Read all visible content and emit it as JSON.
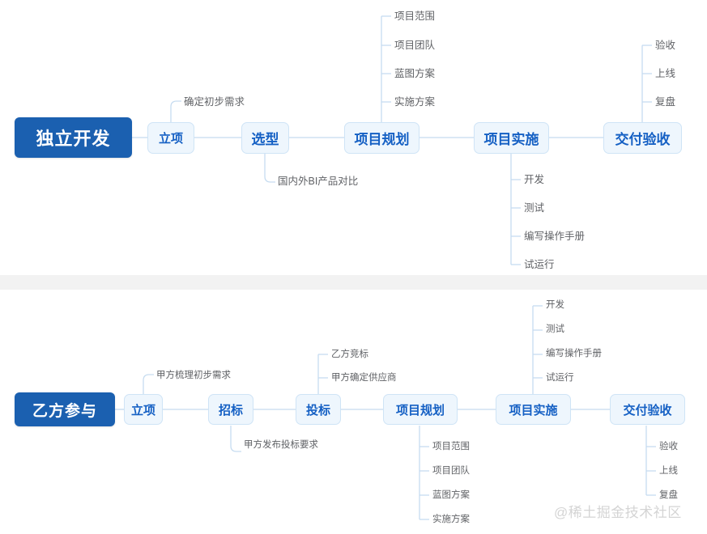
{
  "diagram": {
    "type": "mindmap",
    "background": "#ffffff",
    "accent_root": "#1b60b0",
    "accent_node": "#1560c4",
    "node_fill": "#eef6fd",
    "node_border": "#cfe4f6",
    "line_color": "#c6dcf0",
    "leaf_text": "#606266"
  },
  "sections": [
    {
      "id": "independent",
      "root": "独立开发",
      "nodes": [
        {
          "id": "t-lixiang",
          "label": "立项",
          "leaves_above": [
            "确定初步需求"
          ],
          "leaves_below": []
        },
        {
          "id": "t-xuanxing",
          "label": "选型",
          "leaves_above": [],
          "leaves_below": [
            "国内外BI产品对比"
          ]
        },
        {
          "id": "t-guihua",
          "label": "项目规划",
          "leaves_above": [
            "项目范围",
            "项目团队",
            "蓝图方案",
            "实施方案"
          ],
          "leaves_below": []
        },
        {
          "id": "t-shishi",
          "label": "项目实施",
          "leaves_above": [],
          "leaves_below": [
            "开发",
            "测试",
            "编写操作手册",
            "试运行"
          ]
        },
        {
          "id": "t-jiaofu",
          "label": "交付验收",
          "leaves_above": [
            "验收",
            "上线",
            "复盘"
          ],
          "leaves_below": []
        }
      ]
    },
    {
      "id": "vendor",
      "root": "乙方参与",
      "nodes": [
        {
          "id": "b-lixiang",
          "label": "立项",
          "leaves_above": [
            "甲方梳理初步需求"
          ],
          "leaves_below": []
        },
        {
          "id": "b-zhaobiao",
          "label": "招标",
          "leaves_above": [],
          "leaves_below": [
            "甲方发布投标要求"
          ]
        },
        {
          "id": "b-toubiao",
          "label": "投标",
          "leaves_above": [
            "乙方竞标",
            "甲方确定供应商"
          ],
          "leaves_below": []
        },
        {
          "id": "b-guihua",
          "label": "项目规划",
          "leaves_above": [],
          "leaves_below": [
            "项目范围",
            "项目团队",
            "蓝图方案",
            "实施方案"
          ]
        },
        {
          "id": "b-shishi",
          "label": "项目实施",
          "leaves_above": [
            "开发",
            "测试",
            "编写操作手册",
            "试运行"
          ],
          "leaves_below": []
        },
        {
          "id": "b-jiaofu",
          "label": "交付验收",
          "leaves_above": [],
          "leaves_below": [
            "验收",
            "上线",
            "复盘"
          ]
        }
      ]
    }
  ],
  "watermark": "@稀土掘金技术社区"
}
